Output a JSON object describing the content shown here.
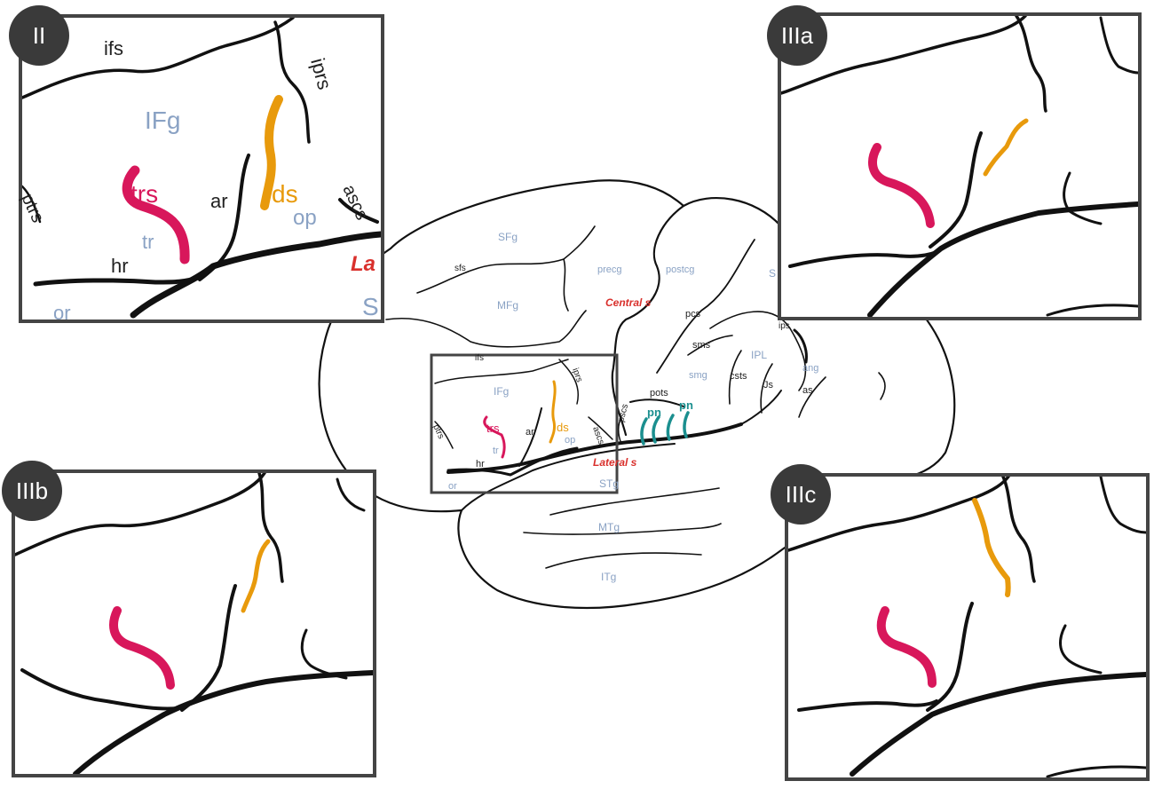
{
  "colors": {
    "gyrus_label": "#8aa2c4",
    "sulcus_label": "#222222",
    "major_sulcus": "#d9302c",
    "trs": "#d8175b",
    "ds": "#e89a0c",
    "pn": "#1b8f8f",
    "panel_border": "#444444",
    "badge": "#3a3a3a"
  },
  "panels": {
    "II": {
      "badge": "II"
    },
    "IIIa": {
      "badge": "IIIa"
    },
    "IIIb": {
      "badge": "IIIb"
    },
    "IIIc": {
      "badge": "IIIc"
    }
  },
  "zoom_labels": {
    "ifs": "ifs",
    "iprs": "iprs",
    "IFg": "IFg",
    "trs": "trs",
    "ar": "ar",
    "ds": "ds",
    "op": "op",
    "ascs": "ascs",
    "ptrs": "ptrs",
    "tr": "tr",
    "hr": "hr",
    "or": "or",
    "La": "La",
    "S": "S"
  },
  "brain_labels": {
    "SFg": "SFg",
    "sfs": "sfs",
    "precg": "precg",
    "postcg": "postcg",
    "S": "S",
    "MFg": "MFg",
    "Central_s": "Central s",
    "pcs": "pcs",
    "ips": "ips",
    "sms": "sms",
    "IPL": "IPL",
    "ifs": "ifs",
    "iprs": "iprs",
    "smg": "smg",
    "csts": "csts",
    "ang": "ang",
    "IFg": "IFg",
    "pots": "pots",
    "js": "Js",
    "as": "as",
    "pn_1": "pn",
    "pn_2": "pn",
    "trs": "trs",
    "ar": "ar",
    "ds": "ds",
    "op": "op",
    "ascs": "ascs",
    "pscs": "pscs",
    "ptrs": "ptrs",
    "tr": "tr",
    "Lateral_s": "Lateral s",
    "hr": "hr",
    "or": "or",
    "STg": "STg",
    "MTg": "MTg",
    "ITg": "ITg"
  }
}
